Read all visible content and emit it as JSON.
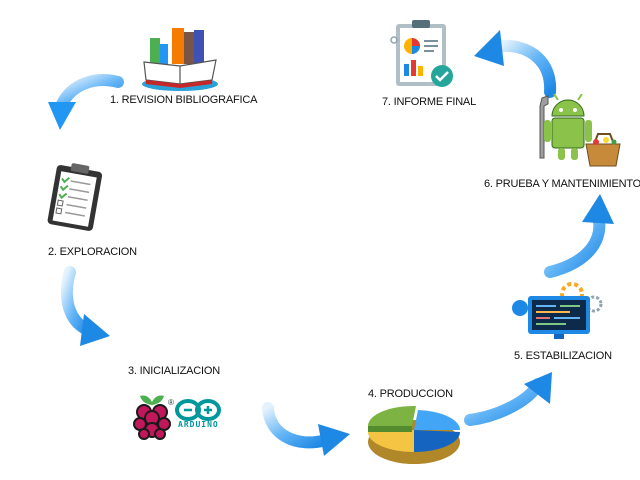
{
  "steps": [
    {
      "number": "1.",
      "label": "REVISION BIBLIOGRAFICA",
      "icon": "books-icon"
    },
    {
      "number": "2.",
      "label": "EXPLORACION",
      "icon": "clipboard-checklist-icon"
    },
    {
      "number": "3.",
      "label": "INICIALIZACION",
      "icon": "raspberry-pi-arduino-icon"
    },
    {
      "number": "4.",
      "label": "PRODUCCION",
      "icon": "pie-chart-icon"
    },
    {
      "number": "5.",
      "label": "ESTABILIZACION",
      "icon": "monitor-gears-icon"
    },
    {
      "number": "6.",
      "label": "PRUEBA Y MANTENIMIENTO",
      "icon": "android-toolbox-icon"
    },
    {
      "number": "7.",
      "label": "INFORME FINAL",
      "icon": "report-clipboard-icon"
    }
  ],
  "arduino_text": "ARDUINO",
  "colors": {
    "arrow_dark": "#1e88e5",
    "arrow_light": "#cfe8fb",
    "android_green": "#8bc34a",
    "raspberry_red": "#c2185b",
    "arduino_teal": "#00979d"
  }
}
